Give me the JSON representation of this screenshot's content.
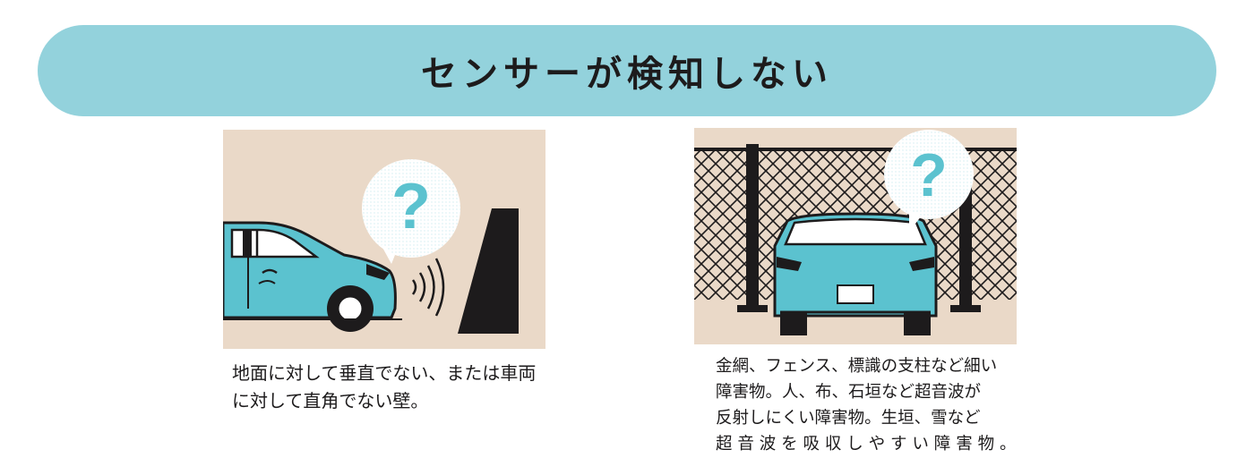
{
  "banner": {
    "title": "センサーが検知しない"
  },
  "colors": {
    "banner_bg": "#93d2dc",
    "panel_bg": "#ead9c8",
    "car": "#5bc2cf",
    "outline": "#1d1b1c",
    "bubble": "#ffffff",
    "question": "#5bc2cf"
  },
  "panels": [
    {
      "bubble_icon": "question-mark-icon",
      "question_mark": "?",
      "caption_lines": [
        "地面に対して垂直でない、または車両",
        "に対して直角でない壁。"
      ]
    },
    {
      "bubble_icon": "question-mark-icon",
      "question_mark": "?",
      "caption_lines": [
        "金網、フェンス、標識の支柱など細い",
        "障害物。人、布、石垣など超音波が",
        "反射しにくい障害物。生垣、雪など",
        "超 音 波 を 吸 収 し や す い 障 害 物 。"
      ]
    }
  ]
}
